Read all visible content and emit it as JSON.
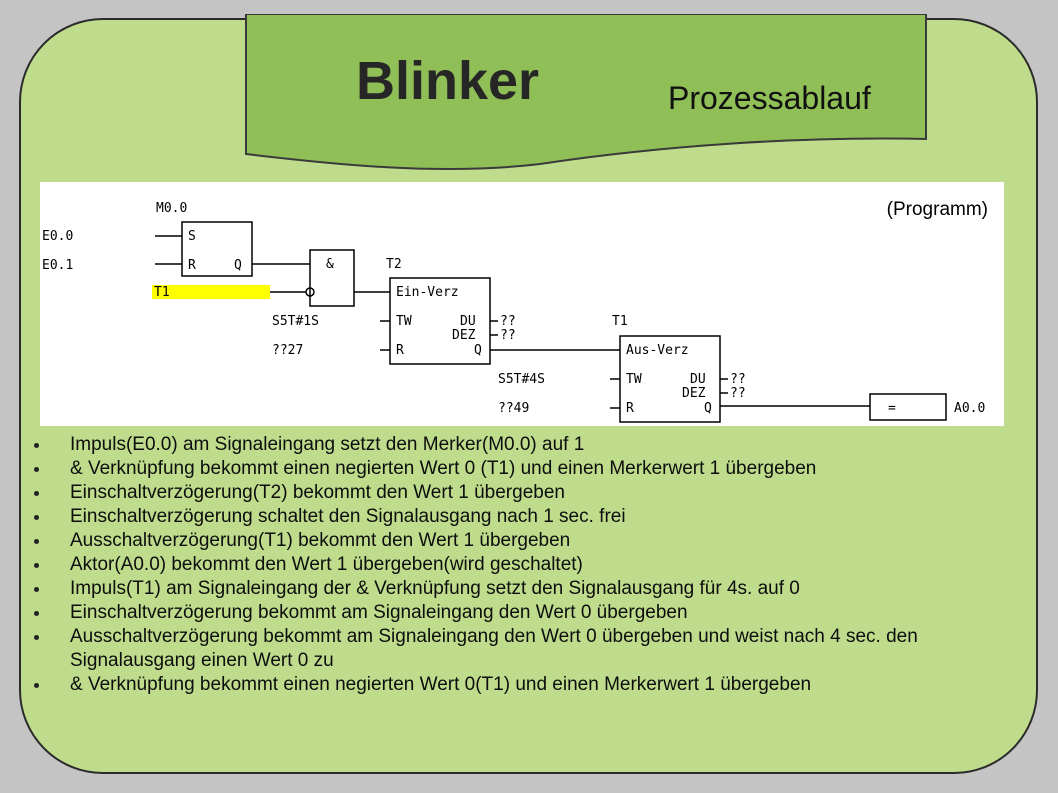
{
  "header": {
    "title": "Blinker",
    "subtitle": "Prozessablauf"
  },
  "diagram": {
    "label": "(Programm)",
    "m00_label": "M0.0",
    "input_e00": "E0.0",
    "input_e01": "E0.1",
    "input_t1": "T1",
    "sr_s": "S",
    "sr_r": "R",
    "sr_q": "Q",
    "and_label": "&",
    "t2_label": "T2",
    "t1_label": "T1",
    "ein_verz": "Ein-Verz",
    "aus_verz": "Aus-Verz",
    "tw": "TW",
    "r": "R",
    "du": "DU",
    "dez": "DEZ",
    "q": "Q",
    "qq": "??",
    "s5t1s": "S5T#1S",
    "q27": "??27",
    "s5t4s": "S5T#4S",
    "q49": "??49",
    "assign": "=",
    "output_a00": "A0.0",
    "highlight_color": "#ffff00"
  },
  "bullets": [
    "Impuls(E0.0) am Signaleingang setzt den Merker(M0.0) auf 1",
    "& Verknüpfung bekommt einen negierten Wert 0 (T1) und einen Merkerwert 1 übergeben",
    "Einschaltverzögerung(T2)  bekommt den Wert 1 übergeben",
    "Einschaltverzögerung schaltet den Signalausgang nach 1 sec. frei",
    "Ausschaltverzögerung(T1) bekommt den Wert 1 übergeben",
    "Aktor(A0.0) bekommt den Wert 1 übergeben(wird geschaltet)",
    "Impuls(T1) am Signaleingang der & Verknüpfung setzt den Signalausgang für 4s. auf 0",
    "Einschaltverzögerung bekommt am Signaleingang den Wert 0 übergeben",
    "Ausschaltverzögerung bekommt am Signaleingang den Wert 0 übergeben  und weist nach 4 sec. den Signalausgang einen Wert 0 zu",
    "& Verknüpfung bekommt einen negierten Wert 0(T1) und einen Merkerwert 1 übergeben"
  ]
}
